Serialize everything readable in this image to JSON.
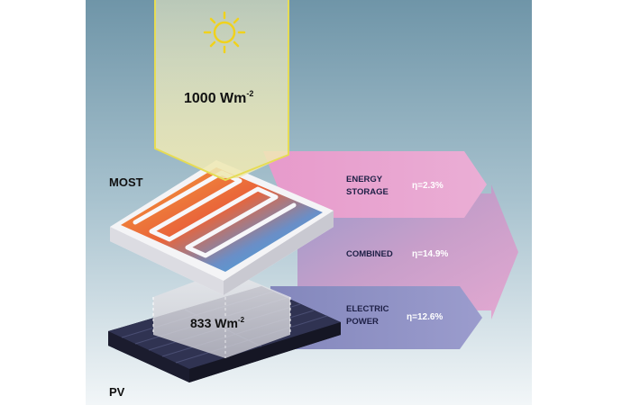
{
  "sun": {
    "irradiance": "1000 Wm",
    "irradiance_exp": "-2"
  },
  "most": {
    "label": "MOST"
  },
  "transmitted": {
    "irradiance": "833 Wm",
    "irradiance_exp": "-2"
  },
  "pv": {
    "label": "PV"
  },
  "outputs": [
    {
      "line1": "ENERGY",
      "line2": "STORAGE",
      "efficiency": "η=2.3%"
    },
    {
      "line1": "COMBINED",
      "line2": "",
      "efficiency": "η=14.9%"
    },
    {
      "line1": "ELECTRIC",
      "line2": "POWER",
      "efficiency": "η=12.6%"
    }
  ],
  "icons": [
    "sun-icon"
  ],
  "colors": {
    "background_top": "#6f95a8",
    "background_bottom": "#ffffff",
    "sun": "#f0d21c",
    "beam": "#f3edb0",
    "storage_arrow": "#e8a4cf",
    "combined_arrow": "#b497c6",
    "electric_arrow": "#8c8fbf",
    "pv_panel": "#2d2f4c",
    "most_orange": "#f0792e",
    "most_blue": "#34aee5"
  }
}
